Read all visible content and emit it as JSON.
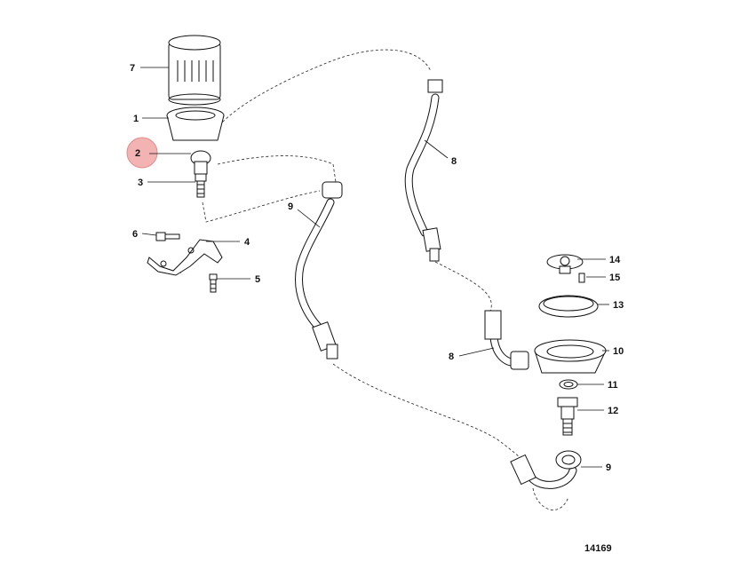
{
  "diagram": {
    "figure_number": "14169",
    "highlight_color": "#f4b3b3",
    "callouts": [
      {
        "id": "c7",
        "label": "7"
      },
      {
        "id": "c1",
        "label": "1"
      },
      {
        "id": "c2",
        "label": "2",
        "highlighted": true
      },
      {
        "id": "c3",
        "label": "3"
      },
      {
        "id": "c6",
        "label": "6"
      },
      {
        "id": "c4",
        "label": "4"
      },
      {
        "id": "c5",
        "label": "5"
      },
      {
        "id": "c9a",
        "label": "9"
      },
      {
        "id": "c8a",
        "label": "8"
      },
      {
        "id": "c14",
        "label": "14"
      },
      {
        "id": "c15",
        "label": "15"
      },
      {
        "id": "c13",
        "label": "13"
      },
      {
        "id": "c10",
        "label": "10"
      },
      {
        "id": "c8b",
        "label": "8"
      },
      {
        "id": "c11",
        "label": "11"
      },
      {
        "id": "c12",
        "label": "12"
      },
      {
        "id": "c9b",
        "label": "9"
      }
    ]
  }
}
